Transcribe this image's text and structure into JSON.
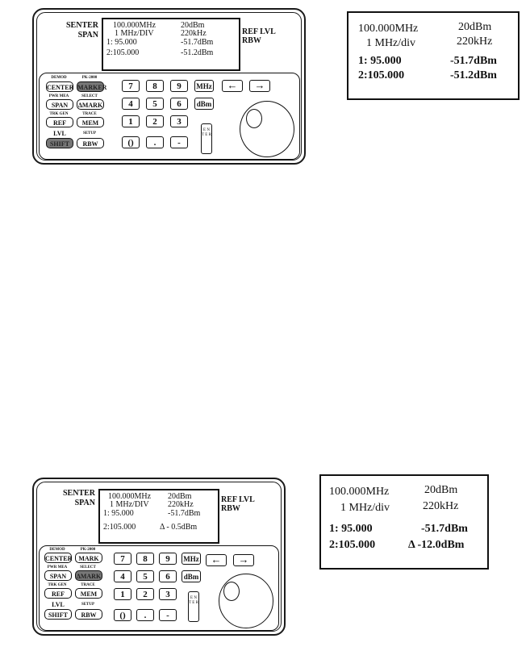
{
  "top": {
    "side_labels": [
      "SENTER",
      "SPAN"
    ],
    "right_labels": [
      "REF LVL",
      "RBW"
    ],
    "screen": {
      "row1_left": "100.000MHz",
      "row1_right": "20dBm",
      "row2_left": "1 MHz/DIV",
      "row2_right": "220kHz",
      "row3_left": "1:  95.000",
      "row3_right": "-51.7dBm",
      "row4_left": "2:105.000",
      "row4_right": "-51.2dBm"
    },
    "zoom": {
      "row1_left": "100.000MHz",
      "row1_right": "20dBm",
      "row2_left": "1 MHz/div",
      "row2_right": "220kHz",
      "row3_left": "1:  95.000",
      "row3_right": "-51.7dBm",
      "row4_left": "2:105.000",
      "row4_right": "-51.2dBm"
    },
    "fkeys": [
      {
        "top": "DEMOD",
        "label": "CENTER",
        "active": false
      },
      {
        "top": "PK-2000",
        "label": "MARKER",
        "active": true
      },
      {
        "top": "PWR MEA",
        "label": "SPAN",
        "active": false
      },
      {
        "top": "SELECT",
        "label": "ΔMARK",
        "active": false
      },
      {
        "top": "TRK GEN",
        "label": "REF LVL",
        "active": false
      },
      {
        "top": "TRACE",
        "label": "MEM",
        "active": false
      },
      {
        "top": "",
        "label": "SHIFT",
        "active": true
      },
      {
        "top": "SETUP",
        "label": "RBW",
        "active": false
      }
    ]
  },
  "bottom": {
    "side_labels": [
      "SENTER",
      "SPAN"
    ],
    "right_labels": [
      "REF LVL",
      "RBW"
    ],
    "screen": {
      "row1_left": "100.000MHz",
      "row1_right": "20dBm",
      "row2_left": "1 MHz/DIV",
      "row2_right": "220kHz",
      "row3_left": "1:  95.000",
      "row3_right": "-51.7dBm",
      "row4_left": "2:105.000",
      "row4_right": "Δ - 0.5dBm"
    },
    "zoom": {
      "row1_left": "100.000MHz",
      "row1_right": "20dBm",
      "row2_left": "1 MHz/div",
      "row2_right": "220kHz",
      "row3_left": "1:  95.000",
      "row3_right": "-51.7dBm",
      "row4_left": "2:105.000",
      "row4_right": "Δ -12.0dBm"
    },
    "fkeys": [
      {
        "top": "DEMOD",
        "label": "CENTER",
        "active": false
      },
      {
        "top": "PK-2000",
        "label": "MARK",
        "active": false
      },
      {
        "top": "PWR MEA",
        "label": "SPAN",
        "active": false
      },
      {
        "top": "SELECT",
        "label": "ΔMARK",
        "active": true
      },
      {
        "top": "TRK GEN",
        "label": "REF LVL",
        "active": false
      },
      {
        "top": "TRACE",
        "label": "MEM",
        "active": false
      },
      {
        "top": "",
        "label": "SHIFT",
        "active": false
      },
      {
        "top": "SETUP",
        "label": "RBW",
        "active": false
      }
    ]
  },
  "keypad": {
    "row1": [
      "7",
      "8",
      "9",
      "MHz"
    ],
    "row2": [
      "4",
      "5",
      "6",
      "dBm"
    ],
    "row3": [
      "1",
      "2",
      "3"
    ],
    "row4": [
      "()",
      ".",
      "-"
    ],
    "enter": "E N T E R",
    "left_arrow": "←",
    "right_arrow": "→"
  }
}
